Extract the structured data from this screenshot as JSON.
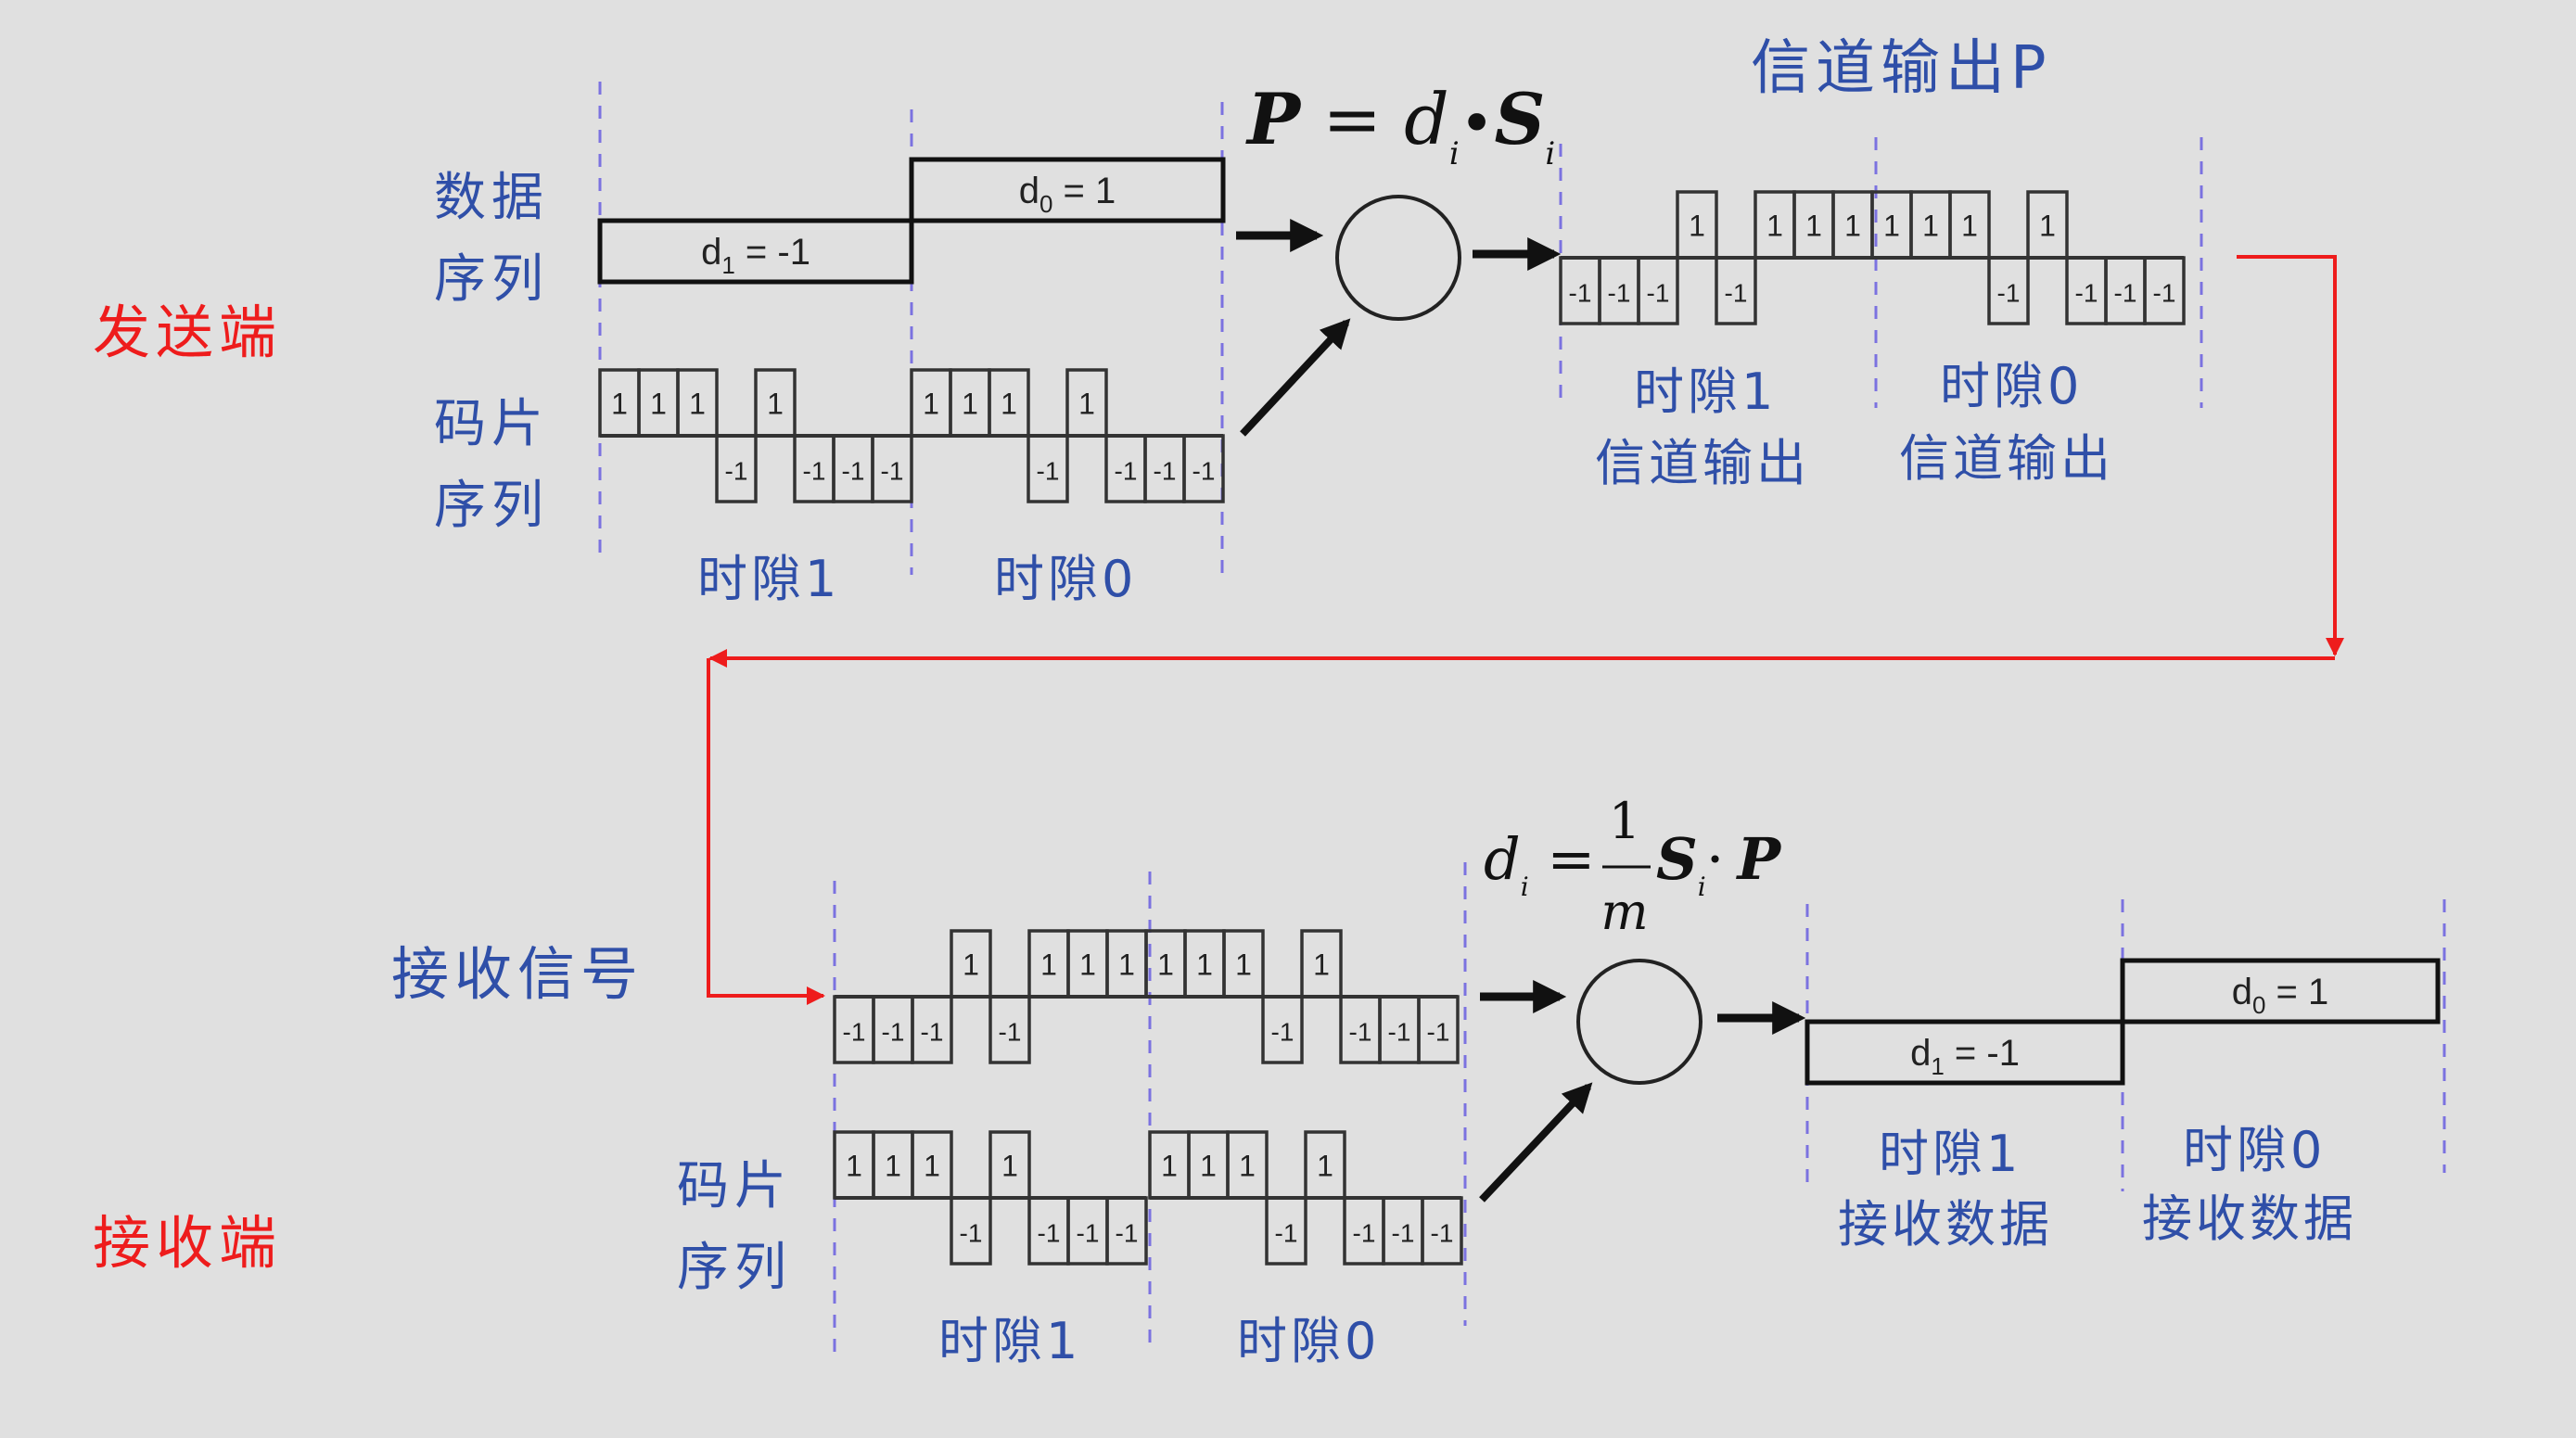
{
  "sender": {
    "title": "发送端",
    "data_label": "数据序列",
    "chip_label": "码片序列",
    "data_bits": [
      {
        "slot": "1",
        "label": "d",
        "sub": "1",
        "value": -1,
        "text": " = -1"
      },
      {
        "slot": "0",
        "label": "d",
        "sub": "0",
        "value": 1,
        "text": " = 1"
      }
    ],
    "slot_labels": [
      "时隙1",
      "时隙0"
    ],
    "formula": {
      "lhs": "P",
      "eq": " = ",
      "d": "d",
      "i": "i",
      "dot": "•",
      "s": "S"
    }
  },
  "chip_sequence": [
    1,
    1,
    1,
    -1,
    1,
    -1,
    -1,
    -1
  ],
  "channel": {
    "title": "信道输出P",
    "output": [
      -1,
      -1,
      -1,
      1,
      -1,
      1,
      1,
      1,
      1,
      1,
      1,
      -1,
      1,
      -1,
      -1,
      -1
    ],
    "slot_labels": [
      "时隙1",
      "时隙0"
    ],
    "slot_captions": [
      "信道输出",
      "信道输出"
    ]
  },
  "receiver": {
    "title": "接收端",
    "signal_label": "接收信号",
    "chip_label": "码片序列",
    "slot_labels": [
      "时隙1",
      "时隙0"
    ],
    "result_captions": [
      "接收数据",
      "接收数据"
    ],
    "formula": {
      "d": "d",
      "i": "i",
      "eq": " = ",
      "num": "1",
      "den": "m",
      "s": "S",
      "dot": "·",
      "p": "P"
    },
    "data_bits": [
      {
        "slot": "1",
        "label": "d",
        "sub": "1",
        "value": -1,
        "text": " = -1"
      },
      {
        "slot": "0",
        "label": "d",
        "sub": "0",
        "value": 1,
        "text": " = 1"
      }
    ]
  },
  "colors": {
    "background": "#e0e0e0",
    "label_blue": "#2f4fa8",
    "title_red": "#ee1c1c",
    "divider": "#7b72e0",
    "flow_arrow": "#ee1c1c"
  }
}
